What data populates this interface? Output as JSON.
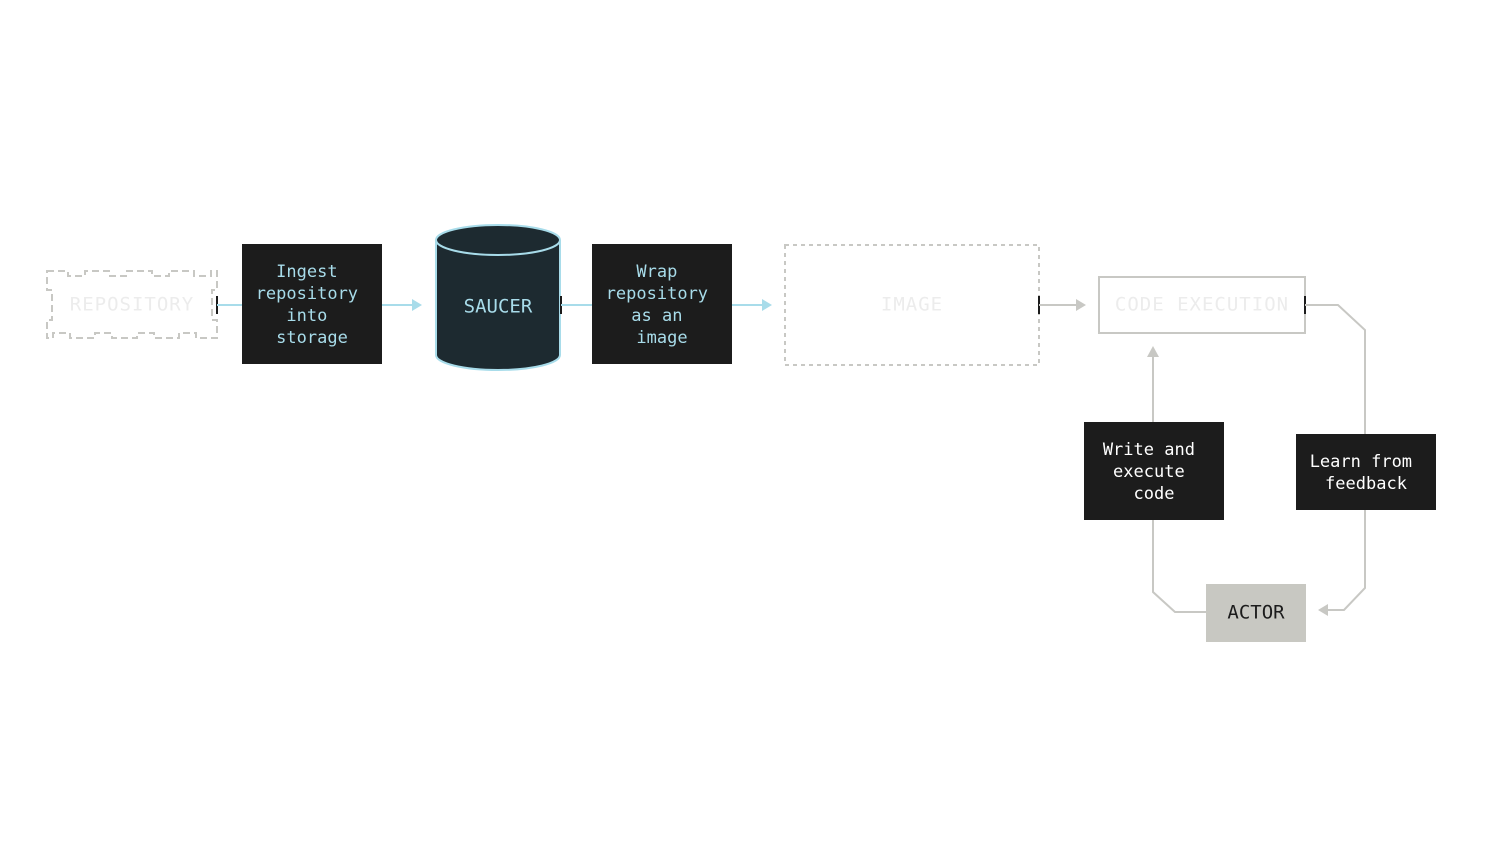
{
  "colors": {
    "teal": "#a8dcea",
    "dark": "#1c1c1c",
    "cylinder_fill": "#1d2a30",
    "gray_line": "#c8c8c4",
    "actor_fill": "#c8c8c2",
    "ghost_text": "#ececec",
    "white_text": "#ffffff"
  },
  "nodes": {
    "repository": "REPOSITORY",
    "ingest": [
      "Ingest",
      "repository",
      "into",
      "storage"
    ],
    "saucer": "SAUCER",
    "wrap": [
      "Wrap",
      "repository",
      "as an",
      "image"
    ],
    "image": "IMAGE",
    "code_execution": "CODE EXECUTION",
    "write_execute": [
      "Write and",
      "execute",
      "code"
    ],
    "learn_feedback": [
      "Learn from",
      "feedback"
    ],
    "actor": "ACTOR"
  }
}
